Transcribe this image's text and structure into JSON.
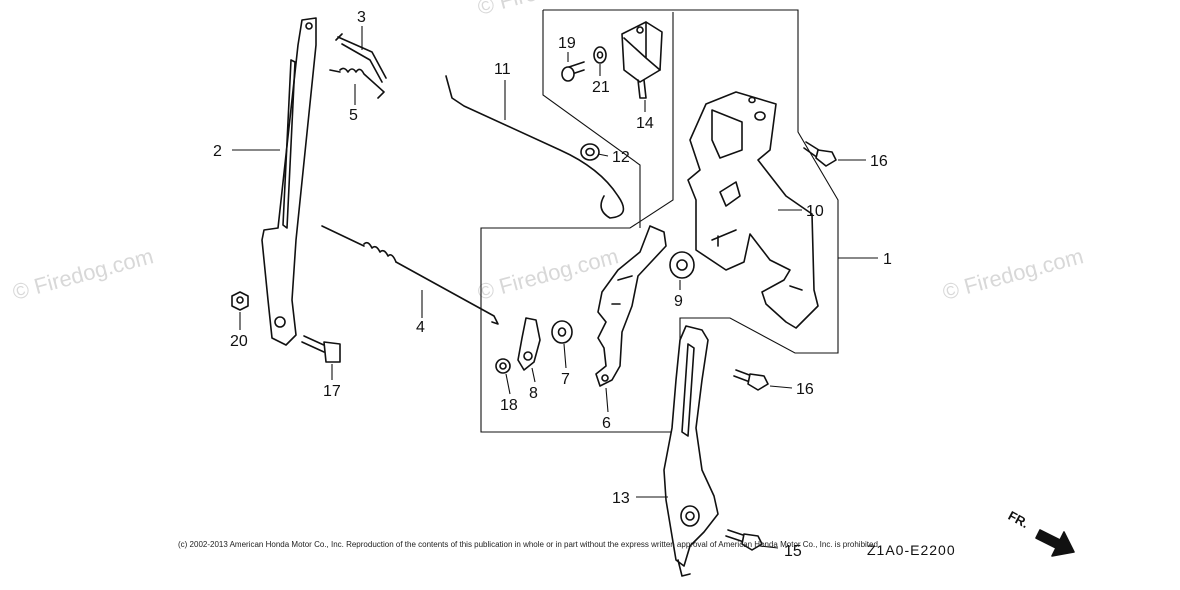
{
  "watermarks": [
    "© Firedog.com",
    "© Firedog.com",
    "© Firedog.com",
    "© Firedog.com"
  ],
  "part_labels": {
    "p1": "1",
    "p2": "2",
    "p3": "3",
    "p4": "4",
    "p5": "5",
    "p6": "6",
    "p7": "7",
    "p8": "8",
    "p9": "9",
    "p10": "10",
    "p11": "11",
    "p12": "12",
    "p13": "13",
    "p14": "14",
    "p15": "15",
    "p16a": "16",
    "p16b": "16",
    "p17": "17",
    "p18": "18",
    "p19": "19",
    "p20": "20",
    "p21": "21"
  },
  "copyright": "(c) 2002-2013 American Honda Motor Co., Inc. Reproduction of the contents of this publication in whole or in part without the express written approval of American Honda Motor Co., Inc. is prohibited.",
  "diagram_code": "Z1A0-E2200",
  "direction_marker": "FR."
}
